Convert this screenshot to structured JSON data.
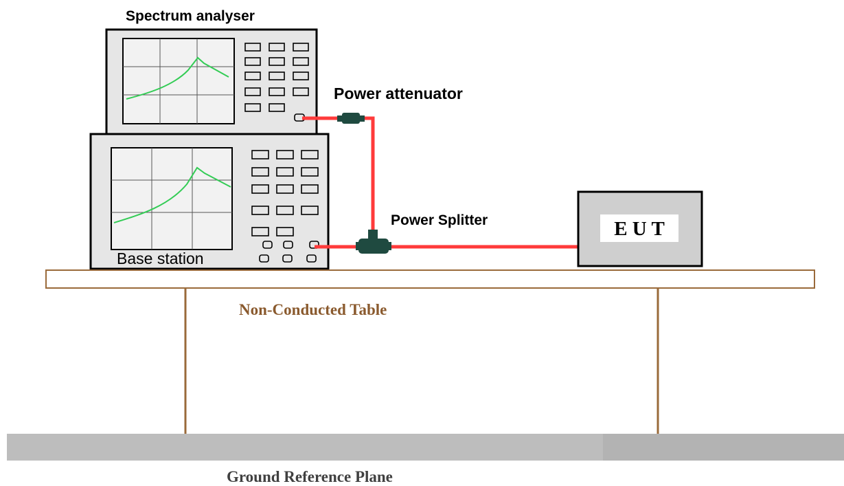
{
  "labels": {
    "spectrum_analyser": "Spectrum analyser",
    "power_attenuator": "Power attenuator",
    "power_splitter": "Power Splitter",
    "base_station": "Base station",
    "eut": "E U T",
    "table": "Non-Conducted Table",
    "ground": "Ground Reference Plane"
  },
  "colors": {
    "cable": "#ff3b3b",
    "trace": "#33cc55",
    "wood": "#9a6a3a",
    "connector": "#1f4a40",
    "ground": "#bdbdbd",
    "equipment_fill": "#e6e6e6",
    "eut_fill": "#cfcfcf"
  }
}
